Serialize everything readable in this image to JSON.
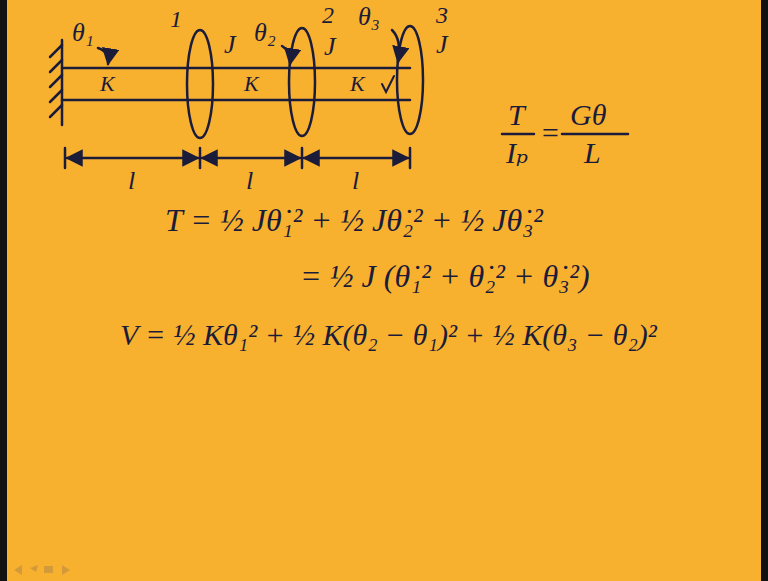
{
  "diagram": {
    "labels": [
      "θ₁",
      "1",
      "J",
      "θ₂",
      "2",
      "J",
      "θ₃",
      "3",
      "J",
      "K",
      "K",
      "K",
      "l",
      "l",
      "l",
      "T",
      "Iₚ",
      "=",
      "Gθ",
      "L",
      "T = ½ Jθ̇₁² + ½ Jθ̇₂² + ½ Jθ̇₃²",
      "= ½ J (θ̇₁² + θ̇₂² + θ̇₃²)",
      "V = ½ Kθ₁² + ½ K(θ₂ − θ₁)² + ½ K(θ₃ − θ₂)²"
    ]
  }
}
